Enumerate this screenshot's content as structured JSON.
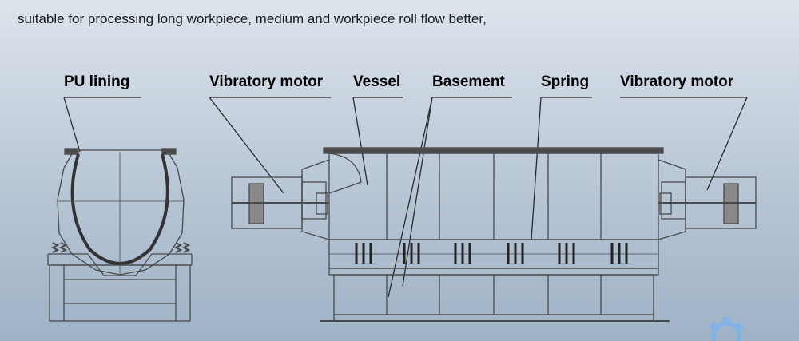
{
  "caption": "suitable for processing long workpiece, medium and workpiece roll flow better,",
  "labels": {
    "pu_lining": "PU lining",
    "vibratory_motor_left": "Vibratory motor",
    "vessel": "Vessel",
    "basement": "Basement",
    "spring": "Spring",
    "vibratory_motor_right": "Vibratory motor"
  },
  "colors": {
    "line": "#2a2a2a",
    "drawing": "#4a4a4a",
    "gear": "#7fb2e8"
  },
  "icons": {
    "watermark": "gear-icon"
  }
}
